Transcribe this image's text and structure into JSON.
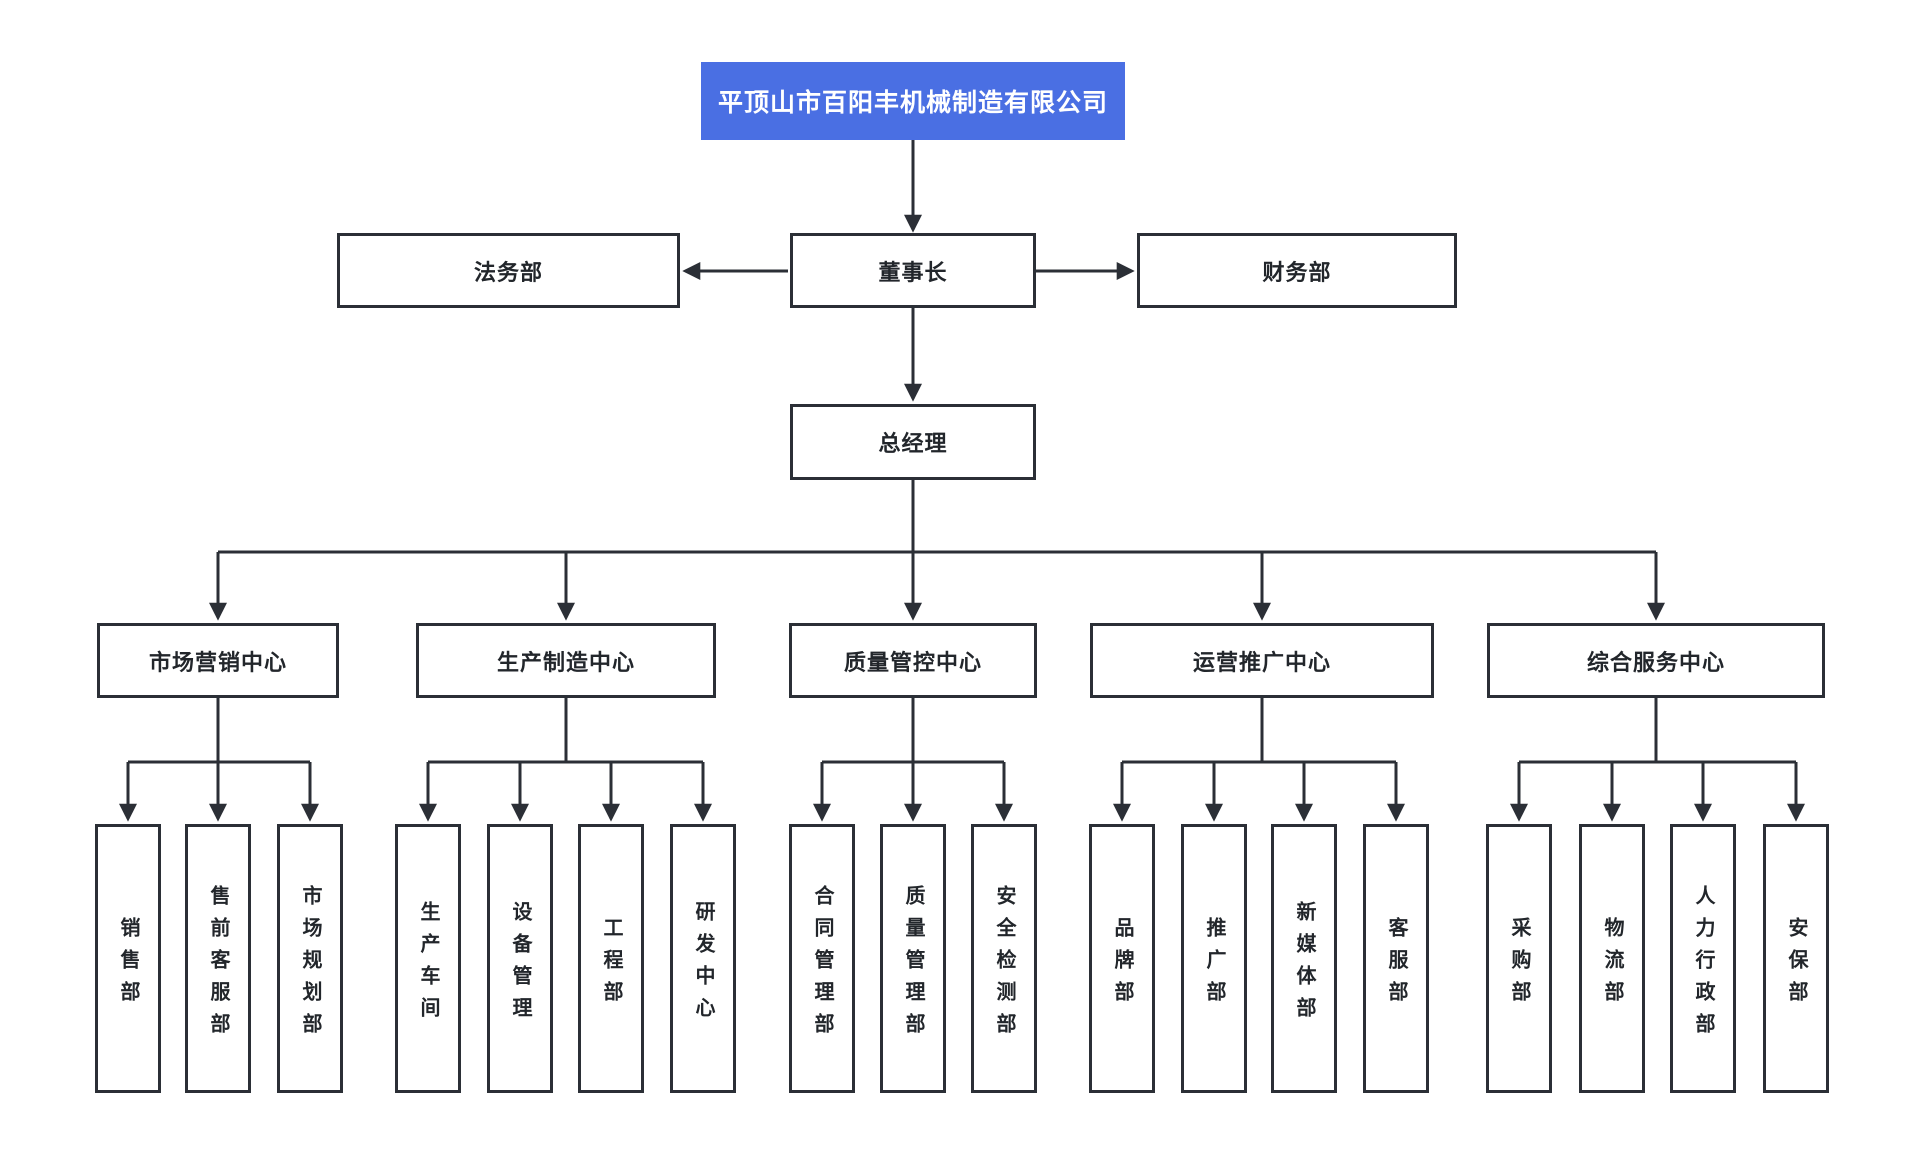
{
  "org": {
    "root": {
      "label": "平顶山市百阳丰机械制造有限公司"
    },
    "level2": [
      {
        "label": "法务部"
      },
      {
        "label": "董事长"
      },
      {
        "label": "财务部"
      }
    ],
    "gm": {
      "label": "总经理"
    },
    "centers": [
      {
        "label": "市场营销中心",
        "departments": [
          {
            "label": "销售部"
          },
          {
            "label": "售前客服部"
          },
          {
            "label": "市场规划部"
          }
        ]
      },
      {
        "label": "生产制造中心",
        "departments": [
          {
            "label": "生产车间"
          },
          {
            "label": "设备管理"
          },
          {
            "label": "工程部"
          },
          {
            "label": "研发中心"
          }
        ]
      },
      {
        "label": "质量管控中心",
        "departments": [
          {
            "label": "合同管理部"
          },
          {
            "label": "质量管理部"
          },
          {
            "label": "安全检测部"
          }
        ]
      },
      {
        "label": "运营推广中心",
        "departments": [
          {
            "label": "品牌部"
          },
          {
            "label": "推广部"
          },
          {
            "label": "新媒体部"
          },
          {
            "label": "客服部"
          }
        ]
      },
      {
        "label": "综合服务中心",
        "departments": [
          {
            "label": "采购部"
          },
          {
            "label": "物流部"
          },
          {
            "label": "人力行政部"
          },
          {
            "label": "安保部"
          }
        ]
      }
    ],
    "colors": {
      "root_bg": "#4a6fe3",
      "root_text": "#ffffff",
      "node_bg": "#ffffff",
      "node_border": "#2b2f36",
      "node_text": "#22262b",
      "connector": "#2b2f36",
      "page_bg": "#ffffff"
    }
  }
}
